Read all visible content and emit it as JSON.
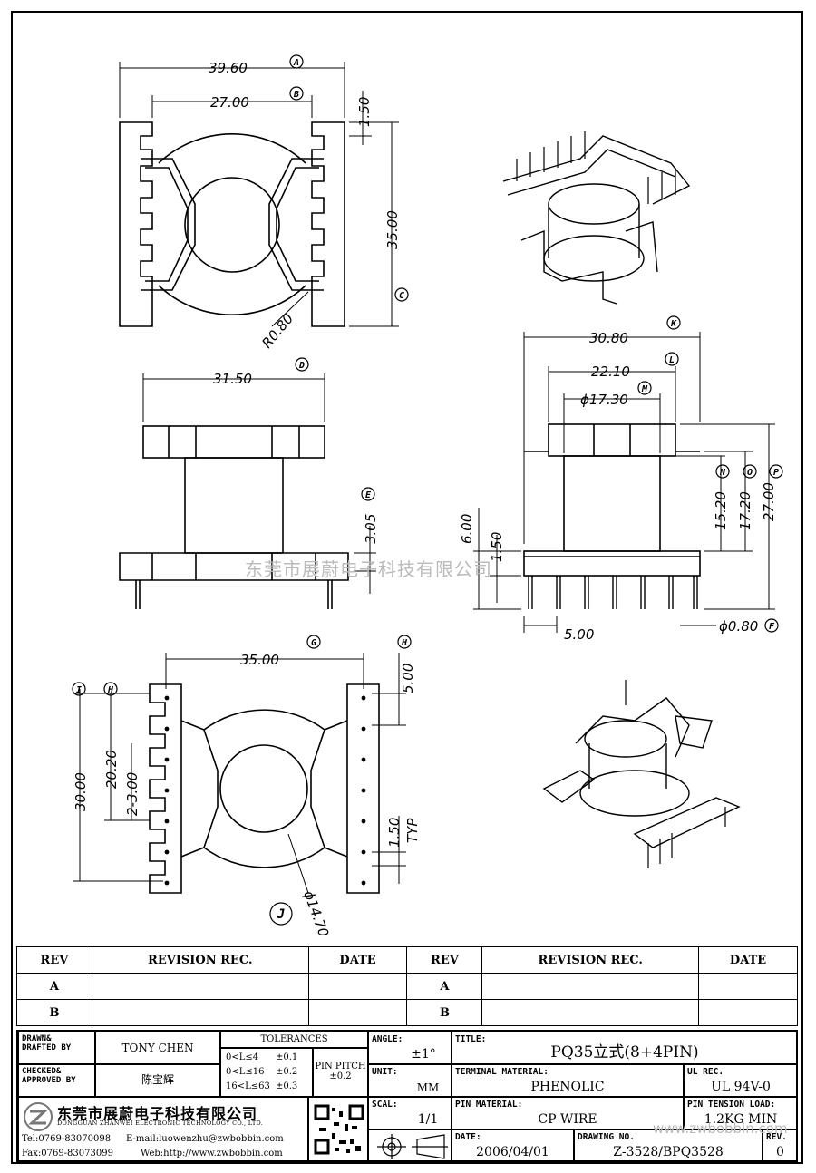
{
  "dims": {
    "top": {
      "w1": "39.60",
      "w2": "27.00",
      "h1": "1.50",
      "h2": "35.00",
      "r": "R0.80"
    },
    "front": {
      "w": "31.50",
      "h": "3.05"
    },
    "side": {
      "w1": "30.80",
      "w2": "22.10",
      "d": "ϕ17.30",
      "h1": "15.20",
      "h2": "17.20",
      "h3": "27.00",
      "v1": "6.00",
      "v2": "1.50",
      "pitch": "5.00",
      "pin": "ϕ0.80"
    },
    "bottom": {
      "w": "35.00",
      "h1": "5.00",
      "l1": "30.00",
      "l2": "20.20",
      "l3": "2-3.00",
      "t": "1.50",
      "typ": "TYP",
      "d": "ϕ14.70"
    }
  },
  "markers": [
    "A",
    "B",
    "C",
    "D",
    "E",
    "F",
    "G",
    "H",
    "I",
    "J",
    "K",
    "L",
    "M",
    "N",
    "O",
    "P"
  ],
  "watermark": "东莞市展蔚电子科技有限公司",
  "revision_table": {
    "headers": [
      "REV",
      "REVISION REC.",
      "DATE",
      "REV",
      "REVISION REC.",
      "DATE"
    ],
    "rows": [
      [
        "A",
        "",
        "",
        "A",
        "",
        ""
      ],
      [
        "B",
        "",
        "",
        "B",
        "",
        ""
      ]
    ]
  },
  "title_block": {
    "drawn_label": "DRAWN& DRAFTED BY",
    "drawn_value": "TONY CHEN",
    "checked_label": "CHECKED& APPROVED BY",
    "checked_value": "陈宝辉",
    "tolerances_label": "TOLERANCES",
    "tol_rows": [
      [
        "0<L≤4",
        "±0.1"
      ],
      [
        "0<L≤16",
        "±0.2"
      ],
      [
        "16<L≤63",
        "±0.3"
      ]
    ],
    "pin_pitch_label": "PIN PITCH",
    "pin_pitch_value": "±0.2",
    "angle_label": "ANGLE:",
    "angle_value": "±1°",
    "unit_label": "UNIT:",
    "unit_value": "MM",
    "scale_label": "SCAL:",
    "scale_value": "1/1",
    "title_label": "TITLE:",
    "title_value": "PQ35立式(8+4PIN)",
    "terminal_label": "TERMINAL MATERIAL:",
    "terminal_value": "PHENOLIC",
    "ul_label": "UL REC.",
    "ul_value": "UL 94V-0",
    "pin_material_label": "PIN MATERIAL:",
    "pin_material_value": "CP WIRE",
    "tension_label": "PIN TENSION LOAD:",
    "tension_value": "1.2KG MIN",
    "date_label": "DATE:",
    "date_value": "2006/04/01",
    "drawing_label": "DRAWING NO.",
    "drawing_value": "Z-3528/BPQ3528",
    "rev_label": "REV.",
    "rev_value": "0",
    "company_cn": "东莞市展蔚电子科技有限公司",
    "company_en": "DONGGUAN ZHANWEI ELECTRONIC TECHNOLOGY CO., LTD.",
    "tel": "Tel:0769-83070098",
    "email": "E-mail:luowenzhu@zwbobbin.com",
    "fax": "Fax:0769-83073099",
    "web": "Web:http://www.zwbobbin.com",
    "site_wm": "www.zwbobbin.com"
  }
}
